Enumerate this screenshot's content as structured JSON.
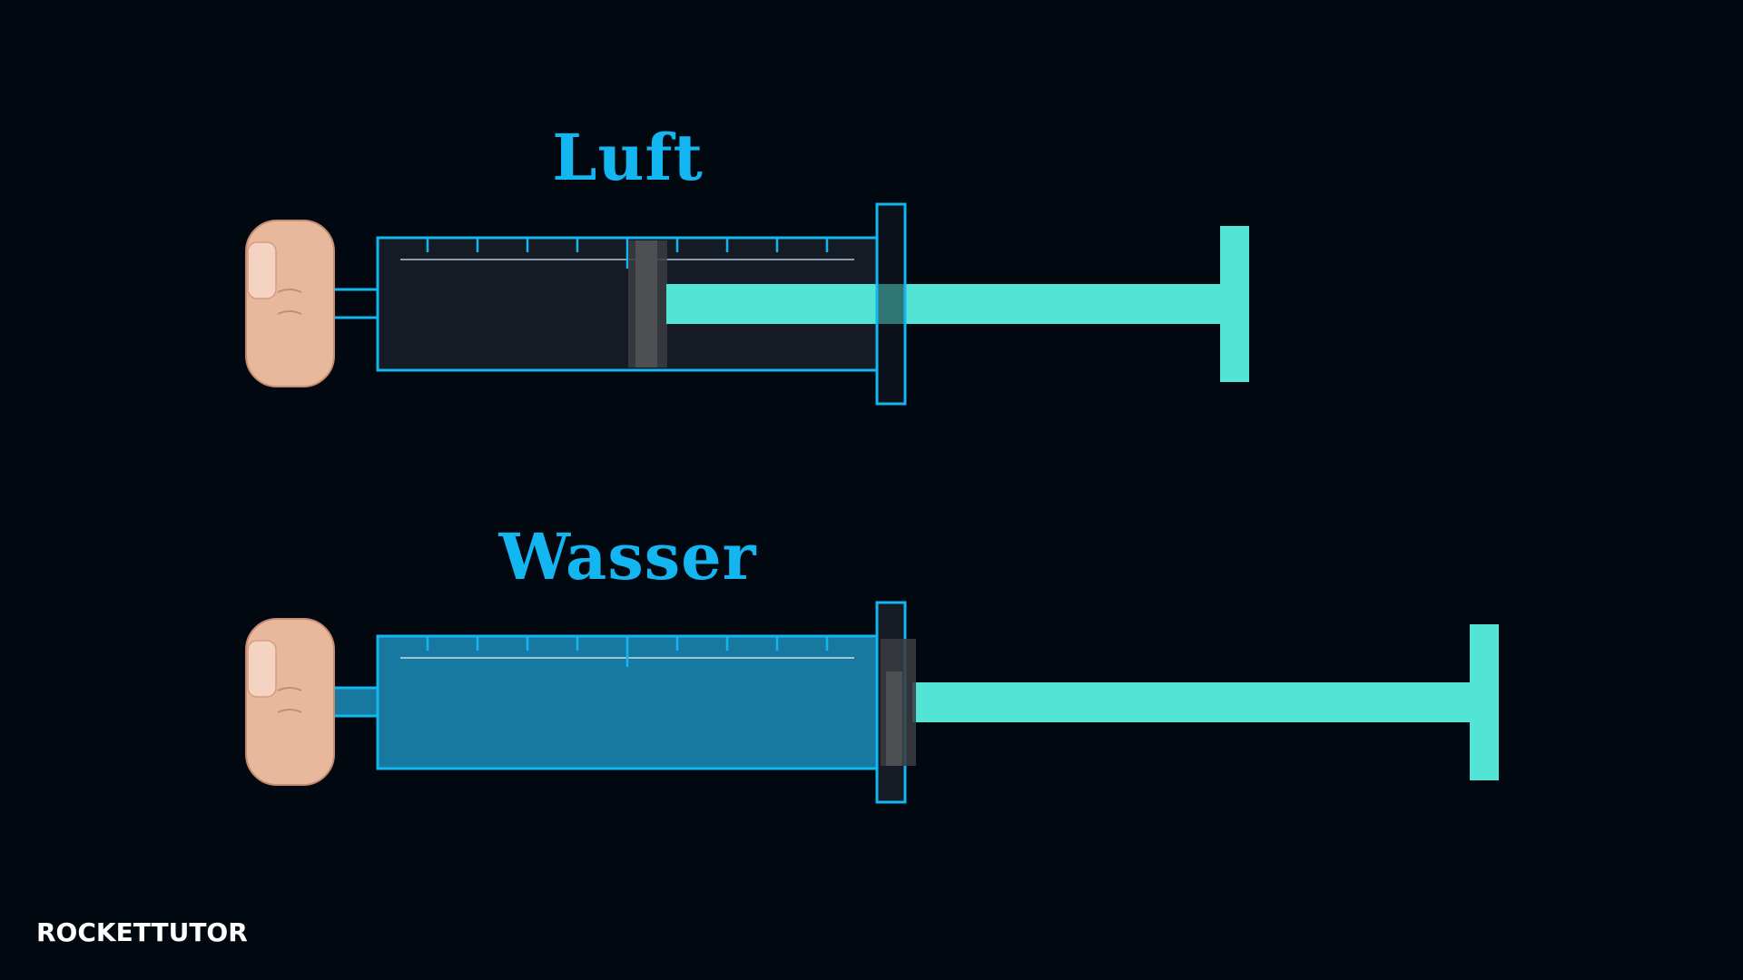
{
  "labels": {
    "top": "Luft",
    "bottom": "Wasser"
  },
  "syringes": [
    {
      "id": "air",
      "content": "Luft",
      "fill_color": "#141b24",
      "plunger_position_fraction": 0.55
    },
    {
      "id": "water",
      "content": "Wasser",
      "fill_color": "#1779a0",
      "plunger_position_fraction": 1.0
    }
  ],
  "colors": {
    "background": "#020810",
    "outline": "#13b6f0",
    "plunger": "#52e5d5",
    "finger_skin": "#e8b89d",
    "finger_nail": "#f4d3c3",
    "label": "#13b6f0"
  },
  "logo": {
    "text": "ROCKETTUTOR"
  }
}
